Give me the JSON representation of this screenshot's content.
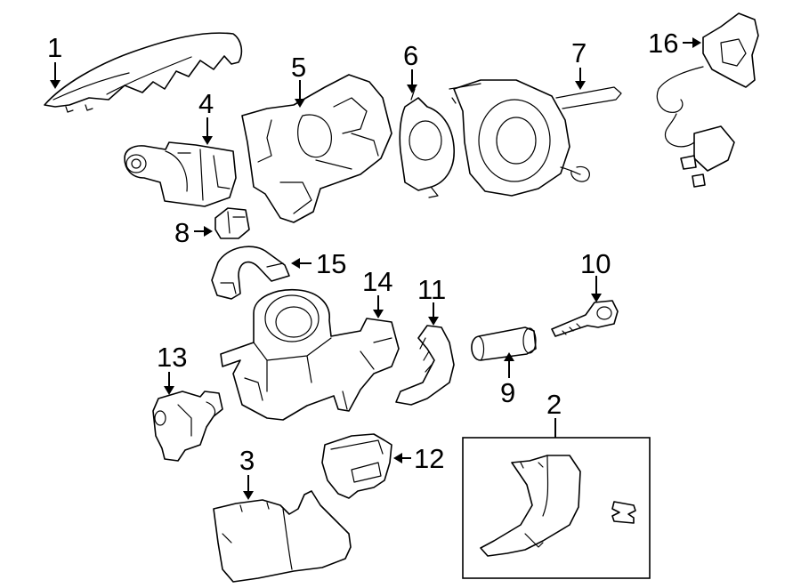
{
  "diagram": {
    "parts": [
      {
        "number": "1",
        "icon": "column-upper-cover-icon"
      },
      {
        "number": "2",
        "icon": "lower-cover-inset-icon"
      },
      {
        "number": "3",
        "icon": "column-lower-cover-icon"
      },
      {
        "number": "4",
        "icon": "turn-signal-switch-icon"
      },
      {
        "number": "5",
        "icon": "switch-housing-icon"
      },
      {
        "number": "6",
        "icon": "sensor-icon"
      },
      {
        "number": "7",
        "icon": "clockspring-icon"
      },
      {
        "number": "8",
        "icon": "connector-icon"
      },
      {
        "number": "9",
        "icon": "lock-cylinder-icon"
      },
      {
        "number": "10",
        "icon": "key-icon"
      },
      {
        "number": "11",
        "icon": "bracket-icon"
      },
      {
        "number": "12",
        "icon": "module-icon"
      },
      {
        "number": "13",
        "icon": "ignition-switch-icon"
      },
      {
        "number": "14",
        "icon": "lock-housing-icon"
      },
      {
        "number": "15",
        "icon": "strap-icon"
      },
      {
        "number": "16",
        "icon": "wiring-harness-icon"
      }
    ]
  }
}
